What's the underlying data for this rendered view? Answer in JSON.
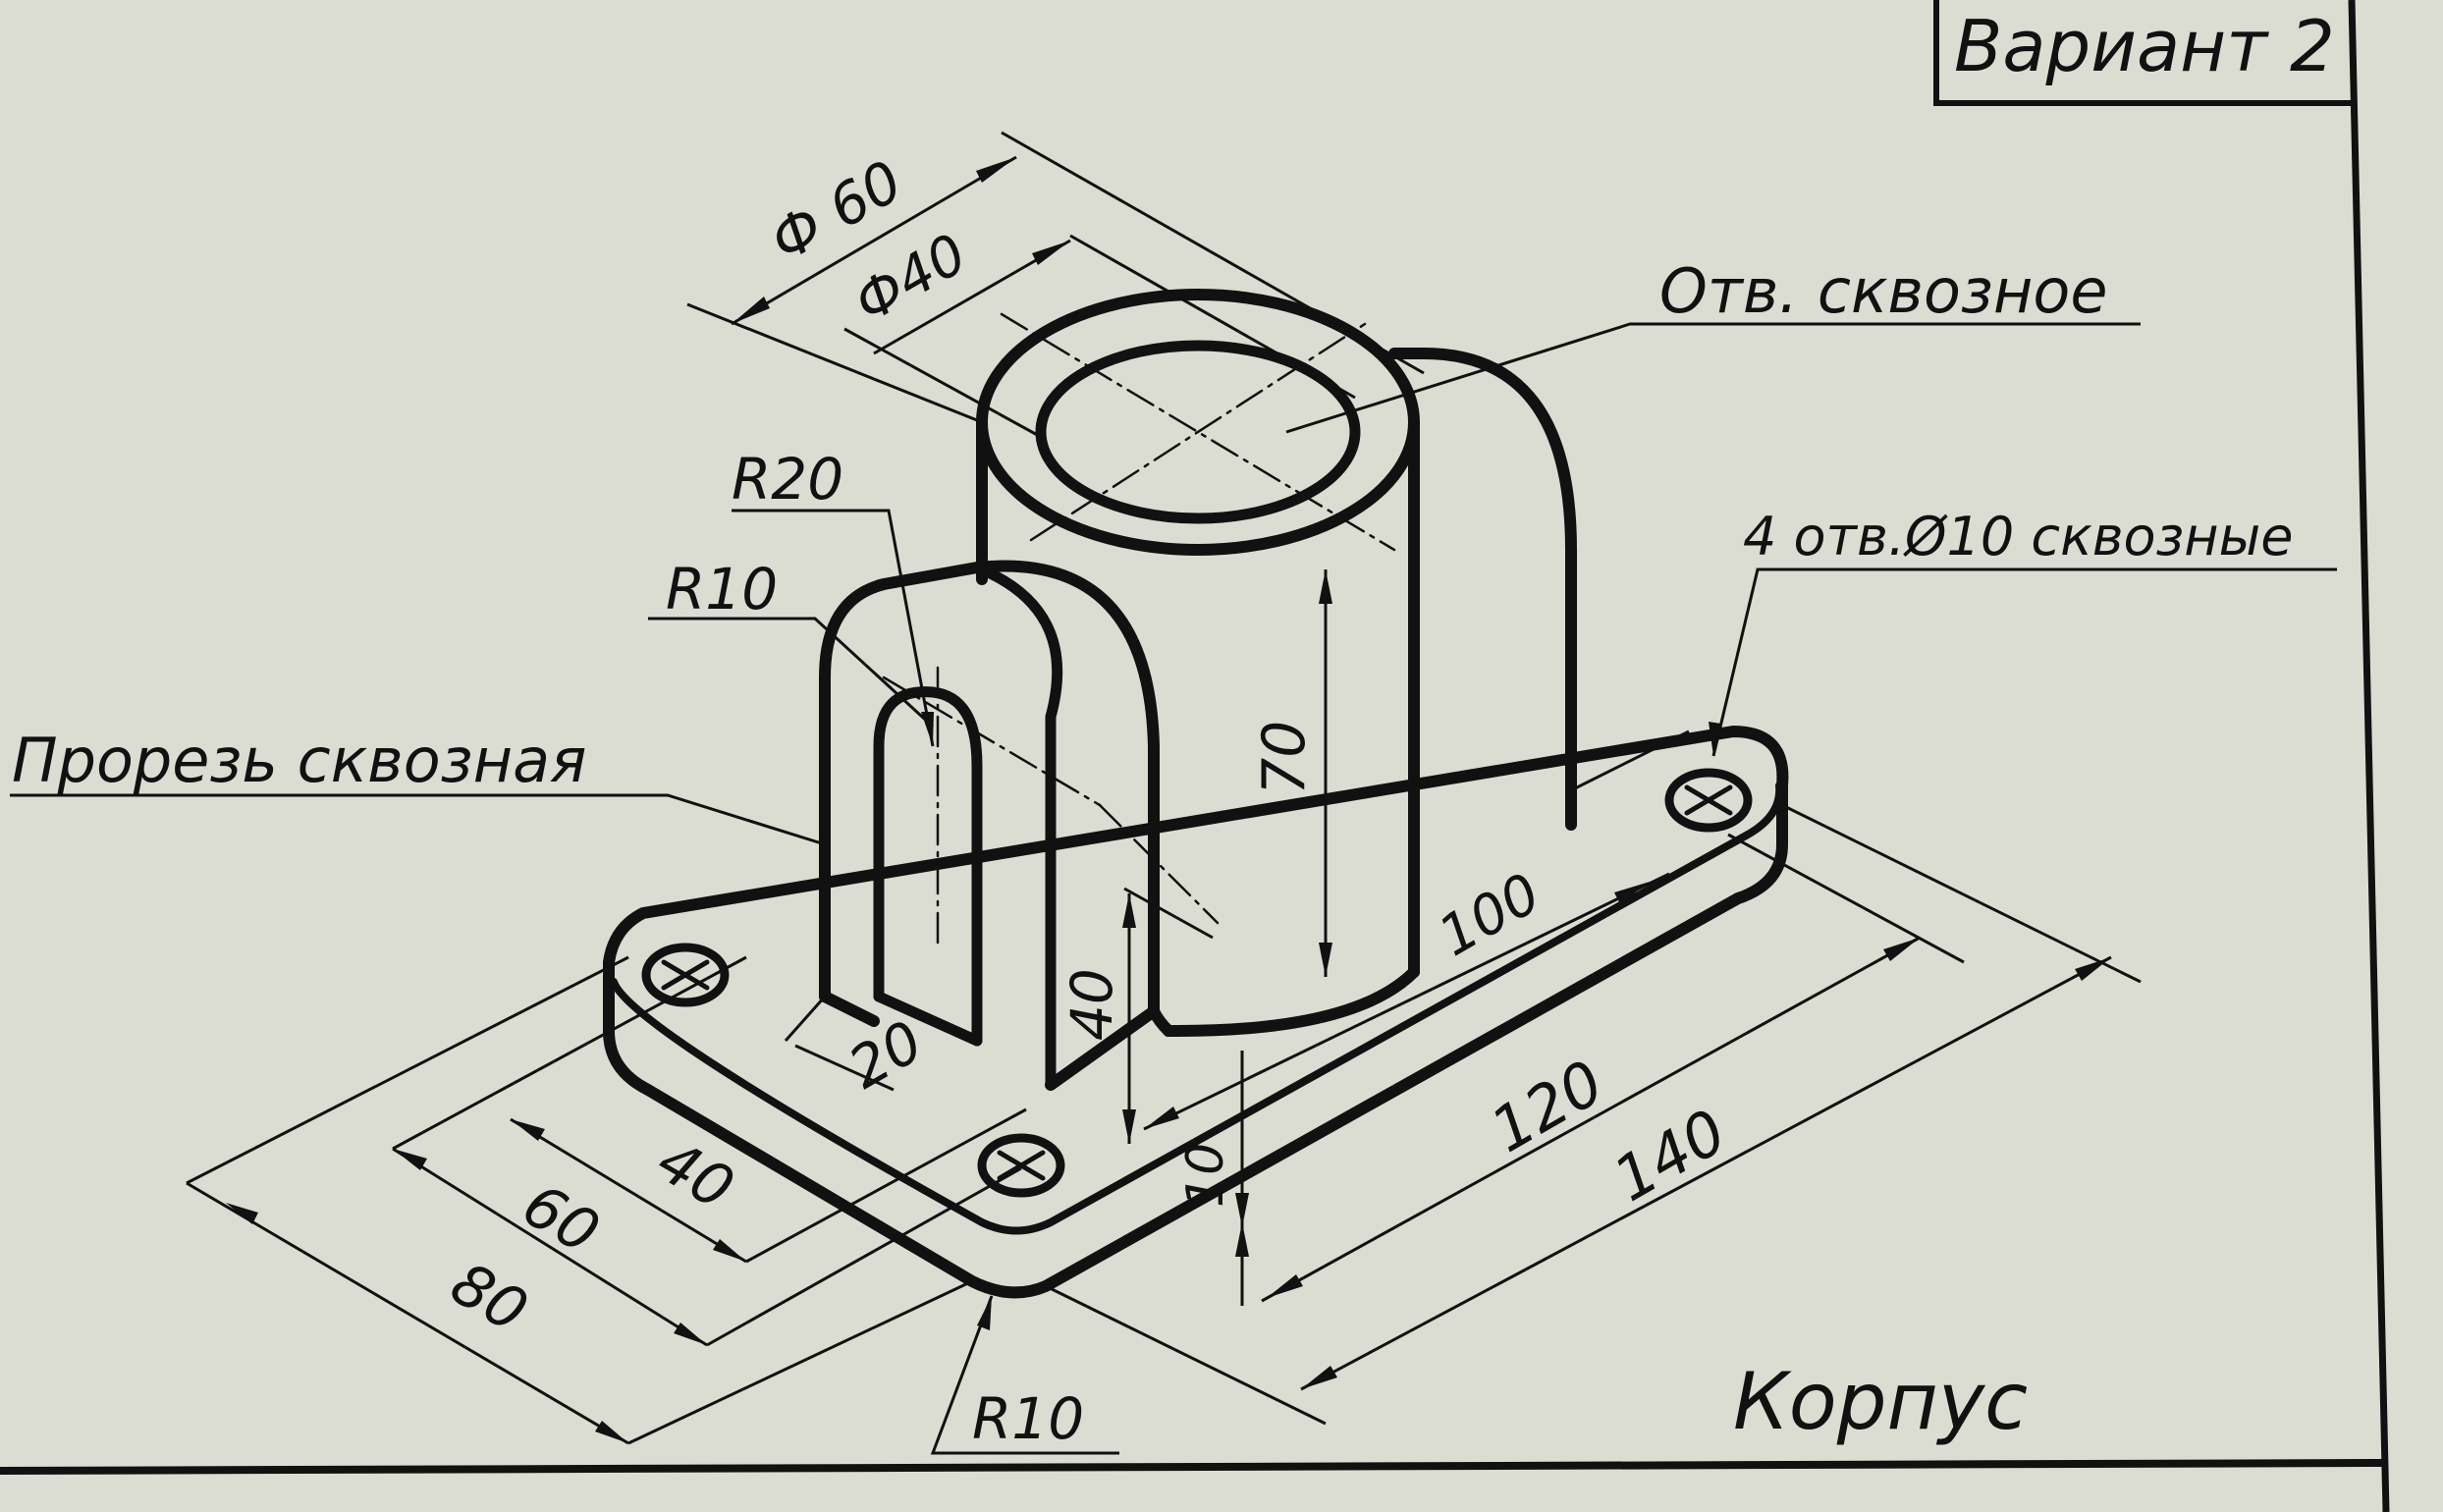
{
  "variant": "Вариант 2",
  "part_name": "Корпус",
  "notes": {
    "through_hole": "Отв. сквозное",
    "mount_holes": "4 отв.Ø10 сквозные",
    "through_slot": "Прорезь сквозная"
  },
  "dimensions": {
    "d60": "Ф 60",
    "d40": "Ф40",
    "r20": "R20",
    "r10_top": "R10",
    "r10_bottom": "R10",
    "h70": "70",
    "h40": "40",
    "h10": "10",
    "w20": "20",
    "l100": "100",
    "l120": "120",
    "l140": "140",
    "w40": "40",
    "w60": "60",
    "w80": "80"
  }
}
